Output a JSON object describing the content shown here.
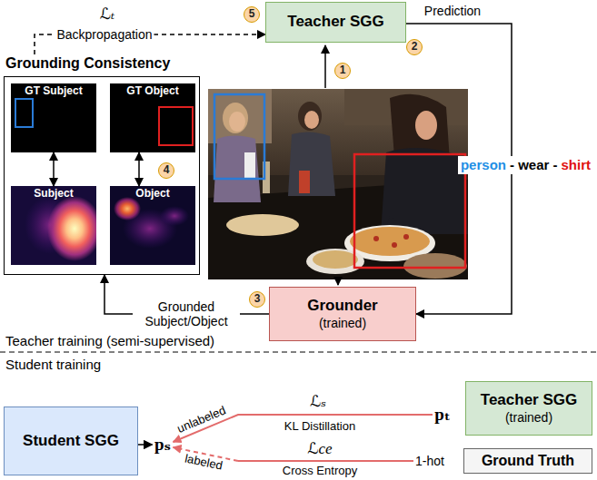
{
  "diagram": {
    "nodes": [
      {
        "text": [
          "Teacher SGG"
        ]
      },
      {
        "text": [
          "Grounding Consistency"
        ]
      },
      {
        "text": [
          "GT Subject"
        ],
        "in": 1
      },
      {
        "text": [
          "GT Object"
        ],
        "in": 1
      },
      {
        "text": [
          "Subject"
        ],
        "in": 1
      },
      {
        "text": [
          "Object"
        ],
        "in": 1
      },
      {
        "text": [
          "Grounder",
          "(trained)"
        ]
      },
      {
        "text": [
          "Student SGG"
        ]
      },
      {
        "text": [
          "pₛ"
        ]
      },
      {
        "text": [
          "pₜ"
        ]
      },
      {
        "text": [
          "Teacher SGG",
          "(trained)"
        ]
      },
      {
        "text": [
          "1-hot"
        ]
      },
      {
        "text": [
          "Ground Truth"
        ]
      }
    ],
    "edges": [
      {
        "from": 1,
        "to": 0,
        "arrow": "to",
        "label": "Backpropagation"
      },
      {
        "from": 0,
        "to": 6,
        "arrow": "to",
        "label": "Prediction"
      },
      {
        "from": 6,
        "to": 1,
        "arrow": "to",
        "label": "Grounded Subject/Object"
      },
      {
        "from": 2,
        "to": 4,
        "arrow": "both"
      },
      {
        "from": 3,
        "to": 5,
        "arrow": "both"
      },
      {
        "from": 7,
        "to": 8,
        "arrow": "to"
      },
      {
        "from": 9,
        "to": 8,
        "arrow": "to",
        "label": "unlabeled"
      },
      {
        "from": 11,
        "to": 8,
        "arrow": "to",
        "label": "labeled"
      }
    ],
    "labels": [
      "1",
      "2",
      "3",
      "4",
      "5",
      "ℒₜ",
      "person",
      "- wear -",
      "shirt",
      "Teacher training (semi-supervised)",
      "Student training",
      "ℒₛ",
      "KL Distillation",
      "ℒce",
      "Cross Entropy"
    ]
  }
}
